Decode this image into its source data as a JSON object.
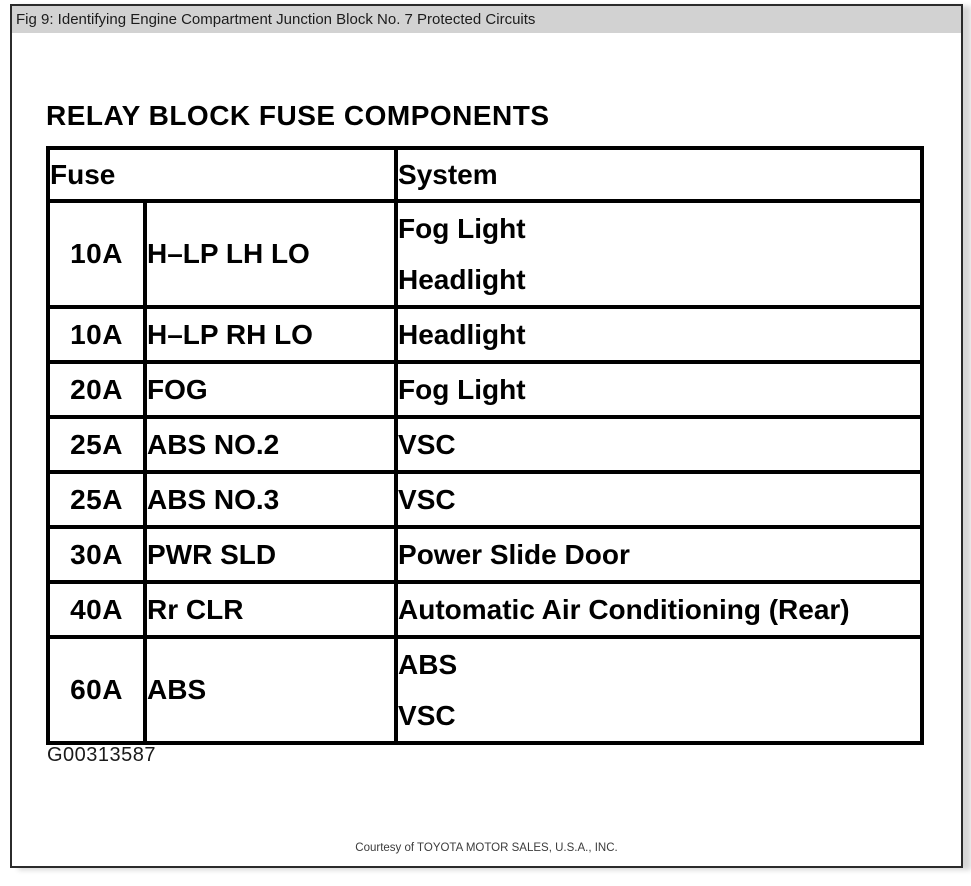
{
  "window": {
    "title": "Fig 9: Identifying Engine Compartment Junction Block No. 7 Protected Circuits"
  },
  "figure": {
    "heading": "RELAY BLOCK FUSE COMPONENTS",
    "figure_id": "G00313587",
    "credit": "Courtesy of TOYOTA MOTOR SALES, U.S.A., INC."
  },
  "table": {
    "headers": {
      "fuse": "Fuse",
      "system": "System"
    },
    "rows": [
      {
        "amperage": "10A",
        "name": "H–LP LH LO",
        "systems": [
          "Fog Light",
          "Headlight"
        ]
      },
      {
        "amperage": "10A",
        "name": "H–LP RH LO",
        "systems": [
          "Headlight"
        ]
      },
      {
        "amperage": "20A",
        "name": "FOG",
        "systems": [
          "Fog Light"
        ]
      },
      {
        "amperage": "25A",
        "name": "ABS NO.2",
        "systems": [
          "VSC"
        ]
      },
      {
        "amperage": "25A",
        "name": "ABS NO.3",
        "systems": [
          "VSC"
        ]
      },
      {
        "amperage": "30A",
        "name": "PWR SLD",
        "systems": [
          "Power Slide Door"
        ]
      },
      {
        "amperage": "40A",
        "name": "Rr CLR",
        "systems": [
          "Automatic Air Conditioning (Rear)"
        ]
      },
      {
        "amperage": "60A",
        "name": "ABS",
        "systems": [
          "ABS",
          "VSC"
        ]
      }
    ]
  },
  "colors": {
    "titlebar_bg": "#d2d2d2",
    "page_border": "#2b2b2b",
    "table_border": "#000000",
    "page_bg": "#ffffff"
  }
}
